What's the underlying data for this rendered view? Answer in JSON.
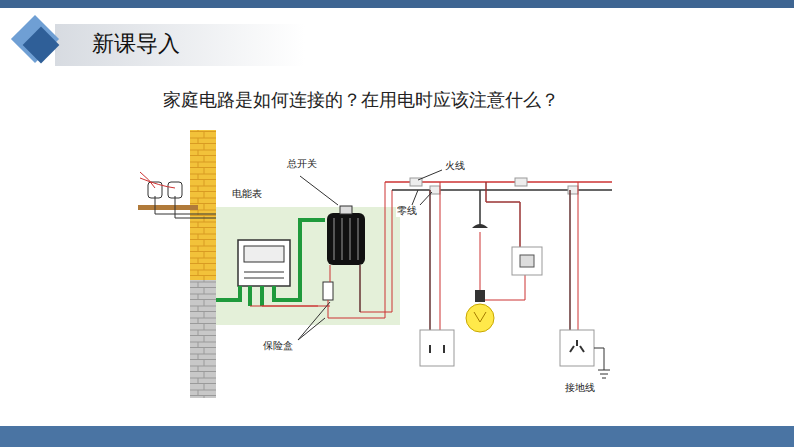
{
  "diagram": {
    "title": "新课导入",
    "labels": [
      "家庭电路是如何连接的？在用电时应该注意什么？",
      "总开关",
      "电能表",
      "火线",
      "零线",
      "保险盒",
      "接地线"
    ]
  }
}
